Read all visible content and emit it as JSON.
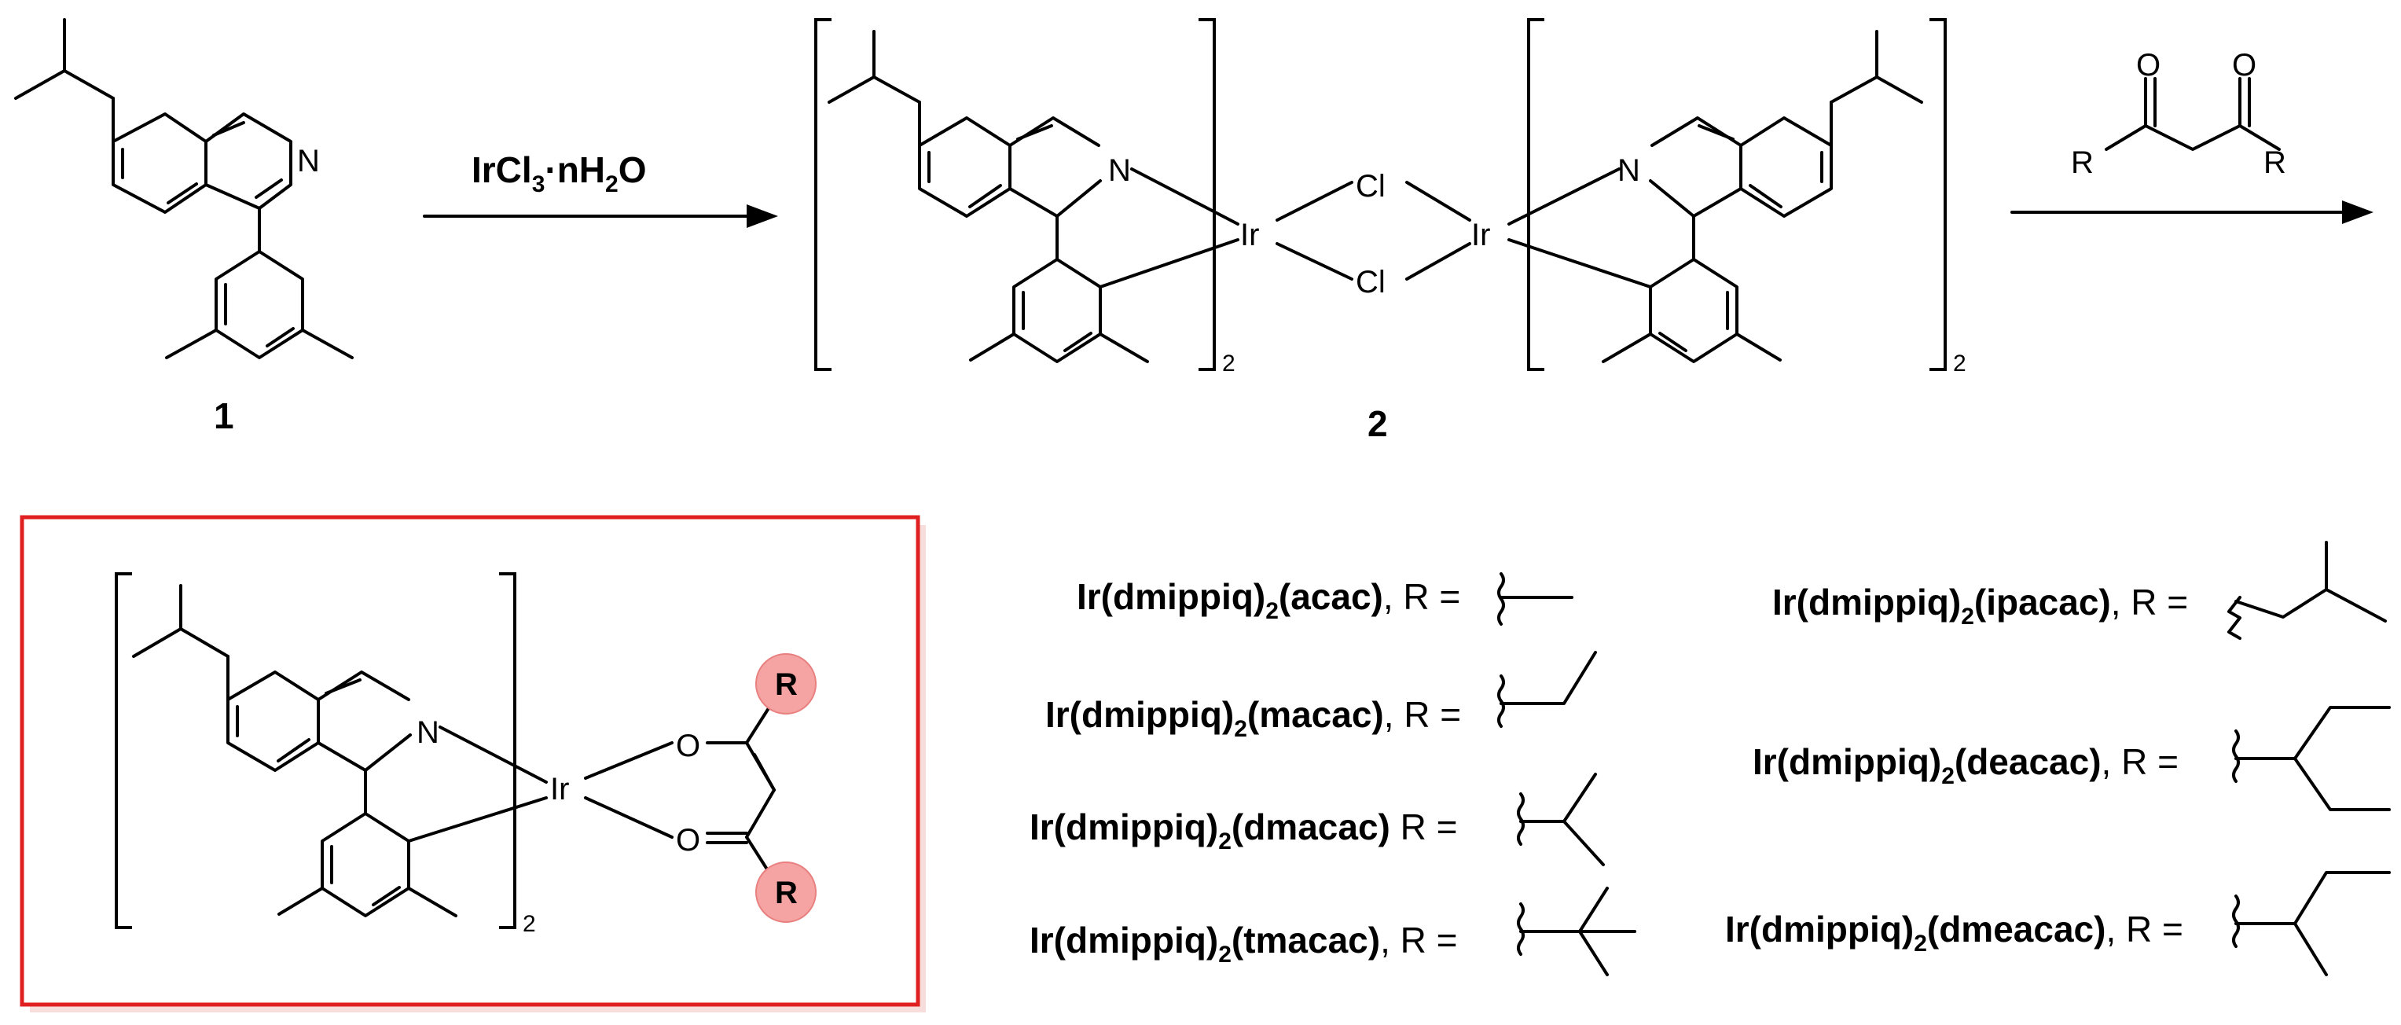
{
  "scheme": {
    "compound_1": "1",
    "compound_2": "2",
    "reagent_1": {
      "main": "IrCl",
      "sub3": "3",
      "dot": "·nH",
      "sub2": "2",
      "tail": "O"
    },
    "atoms": {
      "N": "N",
      "Ir": "Ir",
      "Cl": "Cl",
      "O": "O",
      "R": "R"
    },
    "subscript_2": "2"
  },
  "product_highlight_color": "#e02020",
  "r_circle_color": "#f5a3a3",
  "ligands": [
    {
      "prefix": "Ir(dmippiq)",
      "sub": "2",
      "name": "(acac)",
      "suffix": ", R ="
    },
    {
      "prefix": "Ir(dmippiq)",
      "sub": "2",
      "name": "(macac)",
      "suffix": ", R ="
    },
    {
      "prefix": "Ir(dmippiq)",
      "sub": "2",
      "name": "(dmacac)",
      "suffix": " R ="
    },
    {
      "prefix": "Ir(dmippiq)",
      "sub": "2",
      "name": "(tmacac)",
      "suffix": ", R ="
    },
    {
      "prefix": "Ir(dmippiq)",
      "sub": "2",
      "name": "(ipacac)",
      "suffix": ", R ="
    },
    {
      "prefix": "Ir(dmippiq)",
      "sub": "2",
      "name": "(deacac)",
      "suffix": ", R ="
    },
    {
      "prefix": "Ir(dmippiq)",
      "sub": "2",
      "name": "(dmeacac)",
      "suffix": ", R ="
    }
  ]
}
